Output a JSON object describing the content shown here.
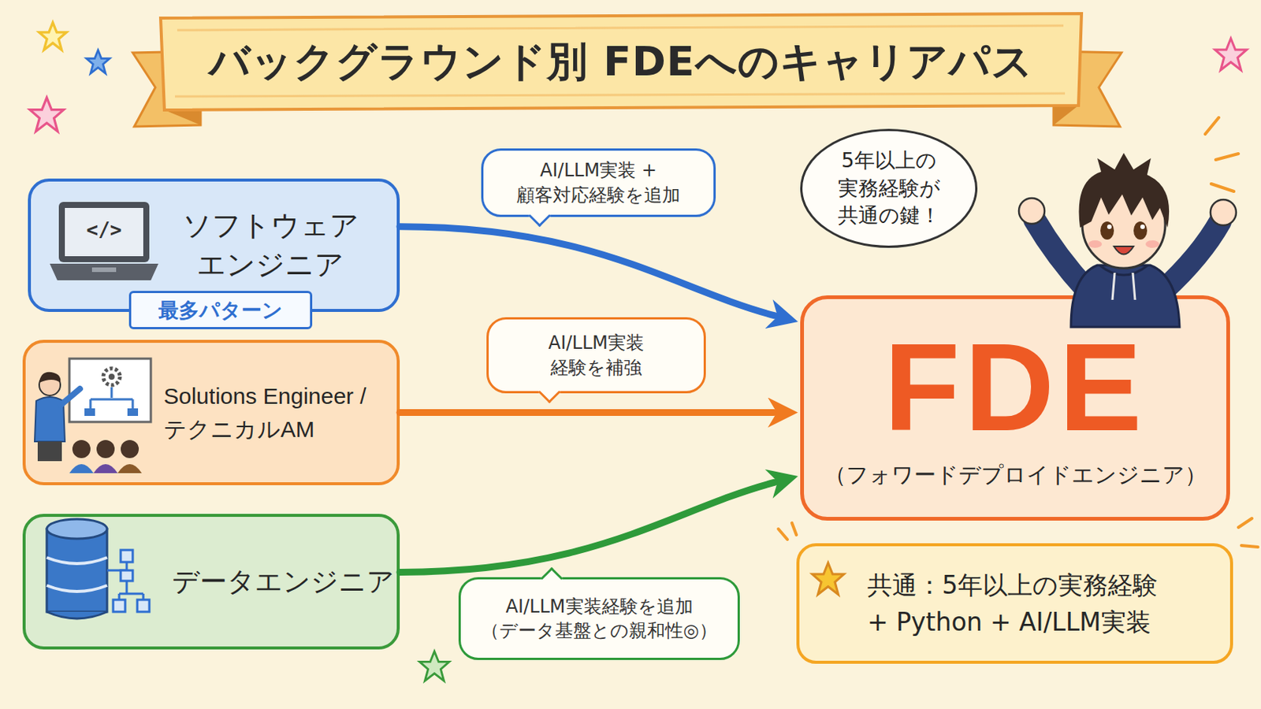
{
  "diagram": {
    "title": "バックグラウンド別 FDEへのキャリアパス",
    "nodes": [
      {
        "text": [
          "ソフトウェア エンジニア"
        ]
      },
      {
        "text": [
          "最多パターン"
        ],
        "in": 0
      },
      {
        "text": [
          "Solutions Engineer / テクニカルAM"
        ]
      },
      {
        "text": [
          "データエンジニア"
        ]
      },
      {
        "text": [
          "5年以上の実務経験が共通の鍵！"
        ]
      },
      {
        "text": [
          "FDE",
          "（フォワードデプロイドエンジニア）"
        ]
      },
      {
        "text": [
          "共通：5年以上の実務経験 + Python + AI/LLM実装"
        ]
      }
    ],
    "edges": [
      {
        "from": 0,
        "to": 5,
        "arrow": "to",
        "label": "AI/LLM実装 + 顧客対応経験を追加"
      },
      {
        "from": 2,
        "to": 5,
        "arrow": "to",
        "label": "AI/LLM実装 経験を補強"
      },
      {
        "from": 3,
        "to": 5,
        "arrow": "to",
        "label": "AI/LLM実装経験を追加 （データ基盤との親和性◎）"
      }
    ],
    "labels": [
      "</>"
    ]
  }
}
